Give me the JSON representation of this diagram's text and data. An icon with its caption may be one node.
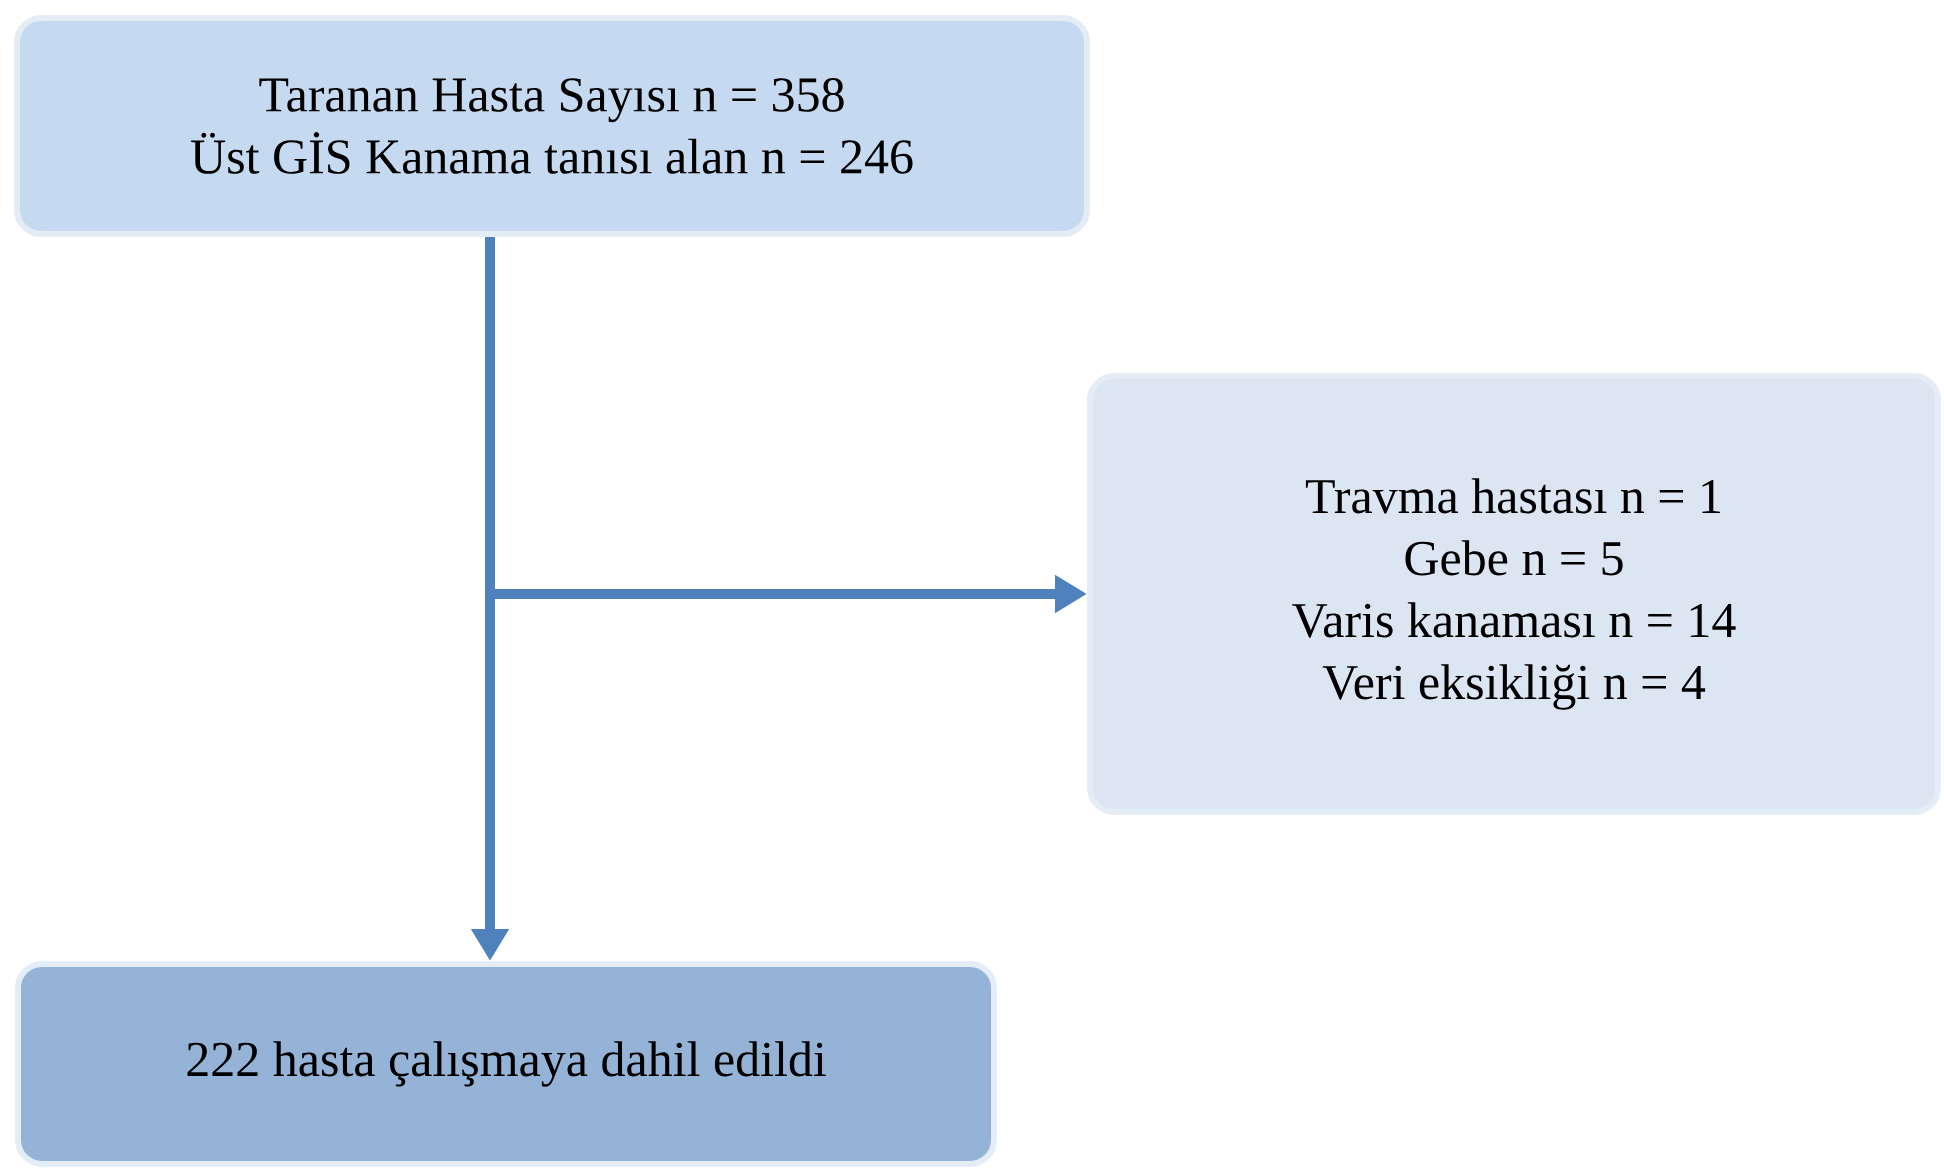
{
  "diagram": {
    "nodes": [
      {
        "text": [
          "Taranan Hasta Sayısı n = 358",
          "Üst GİS Kanama tanısı alan n = 246"
        ]
      },
      {
        "text": [
          "Travma hastası n = 1",
          "Gebe n = 5",
          "Varis kanaması n = 14",
          "Veri eksikliği n = 4"
        ]
      },
      {
        "text": [
          "222 hasta çalışmaya dahil edildi"
        ]
      }
    ],
    "edges": [
      {
        "from": 0,
        "to": 1,
        "arrow": "to"
      },
      {
        "from": 0,
        "to": 2,
        "arrow": "to"
      }
    ]
  }
}
